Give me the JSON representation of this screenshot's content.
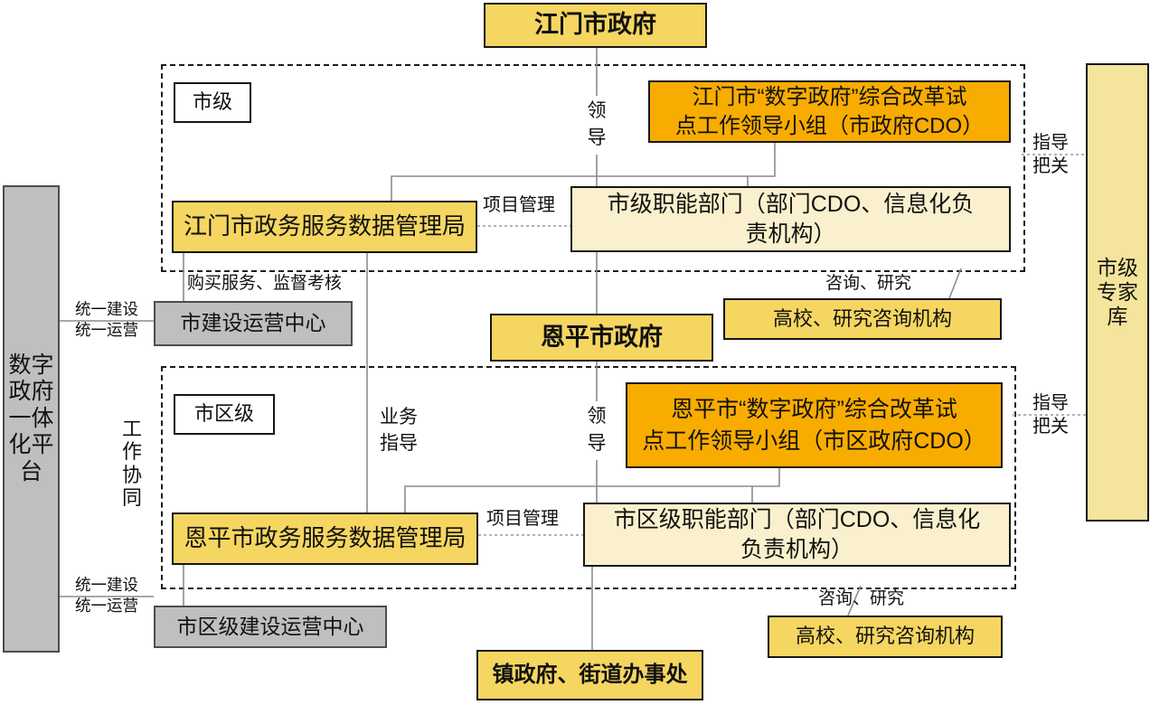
{
  "colors": {
    "node_yellow": "#F5D661",
    "node_orange": "#F9AC00",
    "node_cream": "#FAF0CD",
    "node_gray": "#BFBFBF",
    "expert_yellow": "#F5E49C",
    "connector_gray": "#8C8C8C",
    "border_black": "#161616"
  },
  "nodes": {
    "jiangmen_gov": "江门市政府",
    "city_tag": "市级",
    "city_leader_group": "江门市“数字政府”综合改革试\n点工作领导小组（市政府CDO）",
    "city_data_bureau": "江门市政务服务数据管理局",
    "city_depts": "市级职能部门（部门CDO、信息化负\n责机构）",
    "enping_gov": "恩平市政府",
    "university_city": "高校、研究咨询机构",
    "district_tag": "市区级",
    "district_leader_group": "恩平市“数字政府”综合改革试\n点工作领导小组（市区政府CDO）",
    "district_data_bureau": "恩平市政务服务数据管理局",
    "district_depts": "市区级职能部门（部门CDO、信息化\n负责机构）",
    "city_ops_center": "市建设运营中心",
    "district_ops_center": "市区级建设运营中心",
    "town_gov": "镇政府、街道办事处",
    "university_district": "高校、研究咨询机构",
    "expert_pool": "市级专家库",
    "platform": "数字政府一体化平台"
  },
  "edge_labels": {
    "lead_city": "领导",
    "lead_district": "领导",
    "project_mgmt_city": "项目管理",
    "project_mgmt_district": "项目管理",
    "guide_check_city": "指导\n把关",
    "guide_check_district": "指导\n把关",
    "consult_city": "咨询、研究",
    "consult_district": "咨询、研究",
    "purchase_supervise": "购买服务、监督考核",
    "biz_guide": "业务\n指导",
    "unified_city": "统一建设\n统一运营",
    "unified_district": "统一建设\n统一运营",
    "work_coord": "工作协同"
  }
}
